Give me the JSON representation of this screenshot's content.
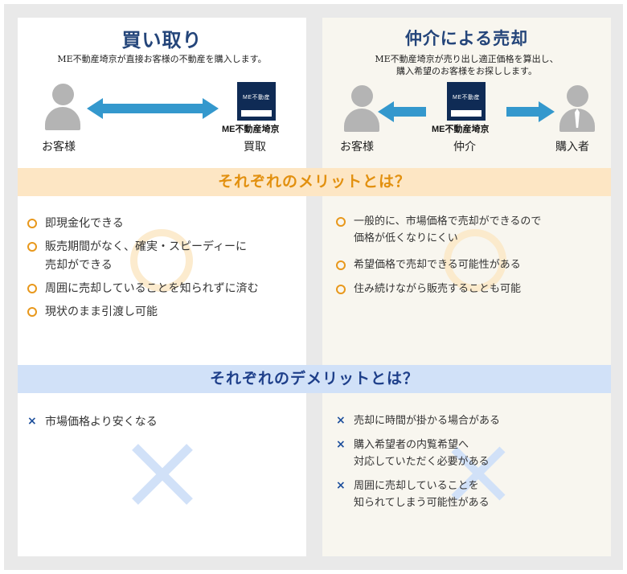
{
  "colors": {
    "frame": "#e9e9e9",
    "left_panel": "#ffffff",
    "right_panel": "#f8f6ef",
    "title_navy": "#24457a",
    "arrow_blue": "#3498cd",
    "person_gray": "#b4b4b4",
    "logo_navy": "#0f2b55",
    "merit_band": "#fde6c4",
    "merit_text": "#e2900f",
    "demerit_band": "#d1e1f8",
    "demerit_text": "#1e3f8a",
    "x_mark": "#1d4f9c"
  },
  "left_panel": {
    "title": "買い取り",
    "description": "ME不動産埼京が直接お客様の不動産を購入します。",
    "customer_label": "お客様",
    "company_logo_text": "ME不動産",
    "company_caption": "ME不動産埼京",
    "company_role": "買取",
    "icons": {
      "customer": "person-icon",
      "arrow": "double-arrow-icon",
      "company": "company-logo-icon"
    }
  },
  "right_panel": {
    "title": "仲介による売却",
    "description_line1": "ME不動産埼京が売り出し適正価格を算出し、",
    "description_line2": "購入希望のお客様をお探しします。",
    "customer_label": "お客様",
    "company_logo_text": "ME不動産",
    "company_caption": "ME不動産埼京",
    "company_role": "仲介",
    "buyer_label": "購入者",
    "icons": {
      "customer": "person-icon",
      "left_arrow": "arrow-left-icon",
      "right_arrow": "arrow-right-icon",
      "buyer": "businessman-icon",
      "company": "company-logo-icon"
    }
  },
  "merits": {
    "heading": "それぞれのメリットとは？",
    "left": [
      "即現金化できる",
      "販売期間がなく、確実・スピーディーに\n売却ができる",
      "周囲に売却していることを知られずに済む",
      "現状のまま引渡し可能"
    ],
    "right": [
      "一般的に、市場価格で売却ができるので\n価格が低くなりにくい",
      "希望価格で売却できる可能性がある",
      "住み続けながら販売することも可能"
    ]
  },
  "demerits": {
    "heading": "それぞれのデメリットとは？",
    "left": [
      "市場価格より安くなる"
    ],
    "right": [
      "売却に時間が掛かる場合がある",
      "購入希望者の内覧希望へ\n対応していただく必要がある",
      "周囲に売却していることを\n知られてしまう可能性がある"
    ]
  },
  "bullet_marks": {
    "merit": "○",
    "demerit": "×"
  }
}
